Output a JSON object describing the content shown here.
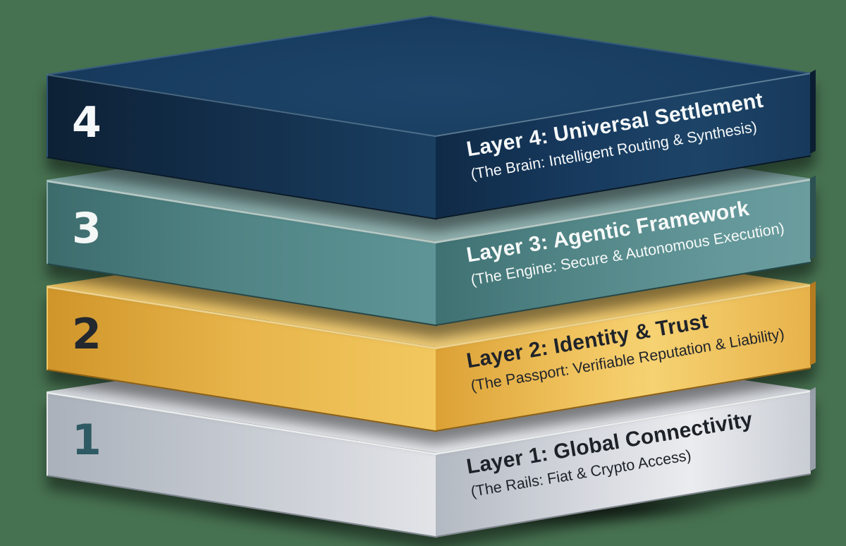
{
  "background_color": "#477251",
  "stack": {
    "layers": [
      {
        "number": "4",
        "title": "Layer 4: Universal Settlement",
        "subtitle": "(The Brain: Intelligent Routing & Synthesis)",
        "base_color": "#173c60",
        "number_color": "#f5f8fa",
        "text_color": "#f6f9fa"
      },
      {
        "number": "3",
        "title": "Layer 3: Agentic Framework",
        "subtitle": "(The Engine: Secure & Autonomous Execution)",
        "base_color": "#538788",
        "number_color": "#f3f7f6",
        "text_color": "#f6f9f8"
      },
      {
        "number": "2",
        "title": "Layer 2: Identity & Trust",
        "subtitle": "(The Passport: Verifiable Reputation & Liability)",
        "base_color": "#eebd55",
        "number_color": "#23272e",
        "text_color": "#1f232a"
      },
      {
        "number": "1",
        "title": "Layer 1: Global Connectivity",
        "subtitle": "(The Rails: Fiat & Crypto Access)",
        "base_color": "#d2d6dc",
        "number_color": "#2e5a63",
        "text_color": "#1d2228"
      }
    ]
  }
}
